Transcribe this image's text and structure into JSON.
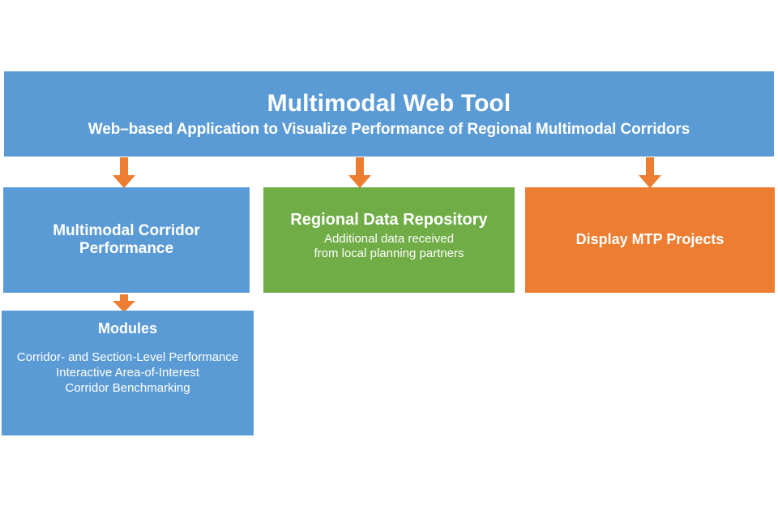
{
  "header": {
    "title": "Multimodal Web Tool",
    "subtitle": "Web–based Application to Visualize Performance of Regional Multimodal Corridors",
    "background_color": "#5B9BD5",
    "text_color": "#FFFFFF"
  },
  "nodes": [
    {
      "id": "corridor-performance",
      "title": "Multimodal Corridor Performance",
      "subtitle": "",
      "color": "#5B9BD5"
    },
    {
      "id": "data-repository",
      "title": "Regional Data Repository",
      "subtitle_line1": "Additional data received",
      "subtitle_line2": "from local planning partners",
      "color": "#70AD47"
    },
    {
      "id": "mtp-projects",
      "title": "Display MTP Projects",
      "subtitle": "",
      "color": "#ED7D31"
    },
    {
      "id": "modules",
      "title": "Modules",
      "subtitle_line1": "Corridor- and Section-Level Performance",
      "subtitle_line2": "Interactive Area-of-Interest",
      "subtitle_line3": "Corridor Benchmarking",
      "color": "#5B9BD5"
    }
  ],
  "connectors": [
    {
      "id": "arrow-header-to-corridor-performance",
      "icon": "arrow-down-icon",
      "color": "#ED7D31"
    },
    {
      "id": "arrow-header-to-data-repository",
      "icon": "arrow-down-icon",
      "color": "#ED7D31"
    },
    {
      "id": "arrow-header-to-mtp-projects",
      "icon": "arrow-down-icon",
      "color": "#ED7D31"
    },
    {
      "id": "arrow-corridor-performance-to-modules",
      "icon": "arrow-down-icon",
      "color": "#ED7D31"
    }
  ],
  "palette": {
    "blue": "#5B9BD5",
    "green": "#70AD47",
    "orange": "#ED7D31",
    "white": "#FFFFFF",
    "page_background": "#FFFFFF"
  }
}
